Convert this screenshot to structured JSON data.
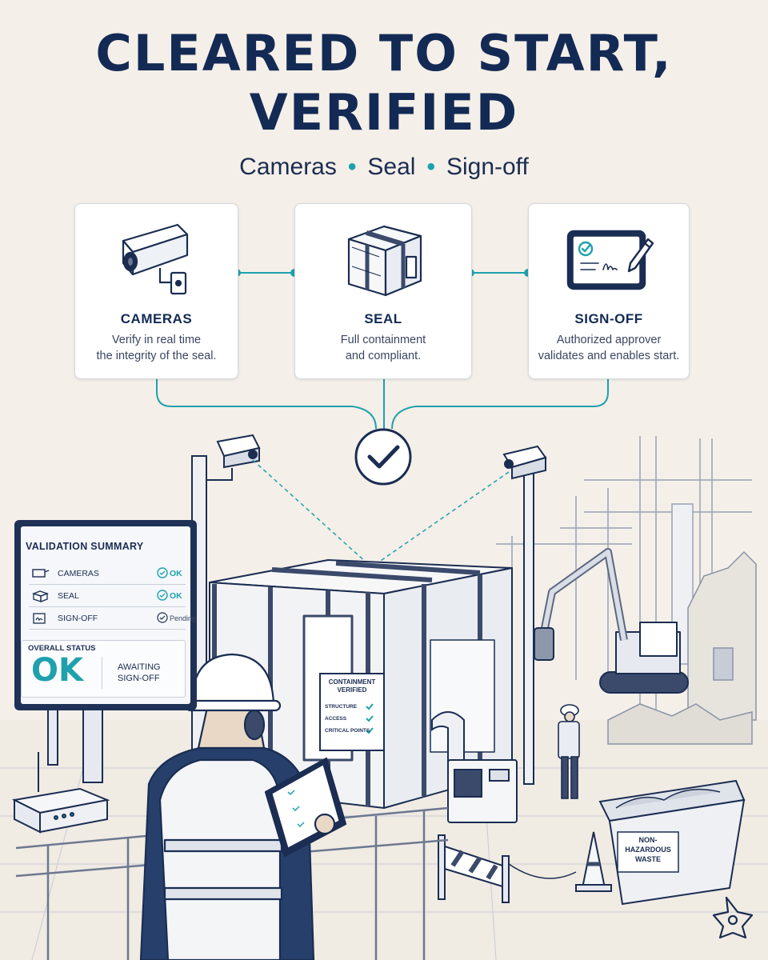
{
  "title_line1": "CLEARED TO START,",
  "title_line2": "VERIFIED",
  "subtitle": [
    "Cameras",
    "Seal",
    "Sign-off"
  ],
  "subtitle_separator": "•",
  "cards": [
    {
      "title": "CAMERAS",
      "desc1": "Verify in real time",
      "desc2": "the integrity of the seal.",
      "icon": "cctv-camera-icon"
    },
    {
      "title": "SEAL",
      "desc1": "Full containment",
      "desc2": "and compliant.",
      "icon": "sealed-enclosure-icon"
    },
    {
      "title": "SIGN-OFF",
      "desc1": "Authorized approver",
      "desc2": "validates and enables start.",
      "icon": "tablet-signature-icon"
    }
  ],
  "summary": {
    "title": "VALIDATION SUMMARY",
    "rows": [
      {
        "label": "CAMERAS",
        "status": "OK"
      },
      {
        "label": "SEAL",
        "status": "OK"
      },
      {
        "label": "SIGN-OFF",
        "status": "Pending"
      }
    ],
    "overall_label": "OVERALL STATUS",
    "overall_value": "OK",
    "overall_note": "AWAITING SIGN-OFF"
  },
  "containment_sign": {
    "title": "CONTAINMENT VERIFIED",
    "items": [
      "STRUCTURE",
      "ACCESS",
      "CRITICAL POINTS"
    ]
  },
  "waste_sign": "NON-HAZARDOUS WASTE",
  "colors": {
    "navy": "#132a55",
    "teal": "#1ea1ad",
    "background": "#f4efe8",
    "line": "#2b3d63"
  }
}
